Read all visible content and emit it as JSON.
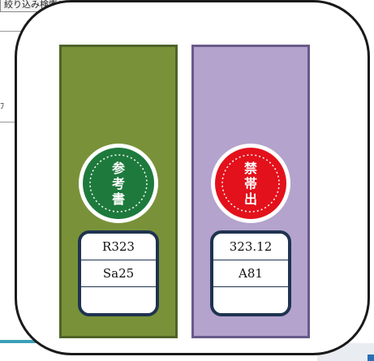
{
  "background": {
    "search_fragment": "絞り込み検索(S)",
    "left_mark": "ﾌ"
  },
  "books": [
    {
      "name": "reference-book",
      "spine_color": "#799239",
      "seal_color": "#1e7a3c",
      "seal_text": "参考書",
      "call_number": [
        "R323",
        "Sa25",
        ""
      ]
    },
    {
      "name": "no-loan-book",
      "spine_color": "#b4a3cd",
      "seal_color": "#e3111b",
      "seal_text": "禁帯出",
      "call_number": [
        "323.12",
        "A81",
        ""
      ]
    }
  ]
}
